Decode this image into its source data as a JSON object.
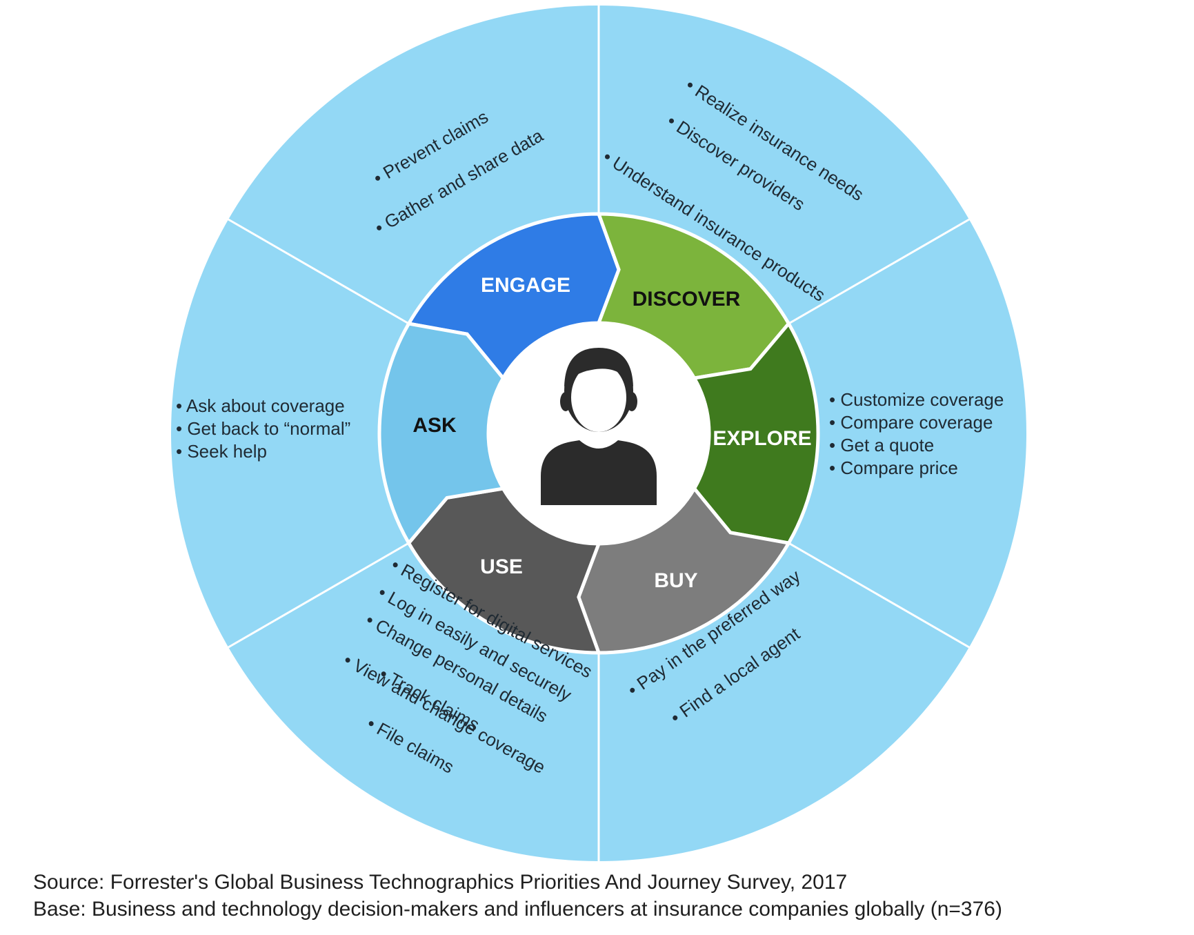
{
  "stages": [
    {
      "label": "ENGAGE",
      "color": "#2f7ce6",
      "text_color": "#ffffff",
      "items": [
        "Prevent claims",
        "Gather and share data"
      ]
    },
    {
      "label": "DISCOVER",
      "color": "#7cb43c",
      "text_color": "#111111",
      "items": [
        "Realize insurance needs",
        "Discover providers",
        "Understand insurance products"
      ]
    },
    {
      "label": "EXPLORE",
      "color": "#3f7a1e",
      "text_color": "#ffffff",
      "items": [
        "Customize coverage",
        "Compare coverage",
        "Get a quote",
        "Compare price"
      ]
    },
    {
      "label": "BUY",
      "color": "#7d7d7d",
      "text_color": "#ffffff",
      "items": [
        "Pay in the preferred way",
        "Find a local agent"
      ]
    },
    {
      "label": "USE",
      "color": "#585858",
      "text_color": "#ffffff",
      "items": [
        "Register for digital services",
        "Log in easily and securely",
        "Change personal details",
        "Track claims",
        "View and change coverage",
        "File claims"
      ]
    },
    {
      "label": "ASK",
      "color": "#74c5eb",
      "text_color": "#111111",
      "items": [
        "Ask about coverage",
        "Get back to “normal”",
        "Seek help"
      ]
    }
  ],
  "colors": {
    "outer_ring": "#93d8f5",
    "divider": "#ffffff",
    "center": "#ffffff",
    "person": "#2b2b2b",
    "item_text": "#1f2a33"
  },
  "center_icon": "person-icon",
  "source": "Source:  Forrester's Global Business Technographics Priorities And Journey Survey, 2017",
  "base": "Base: Business and technology decision-makers and influencers at insurance companies globally (n=376)"
}
